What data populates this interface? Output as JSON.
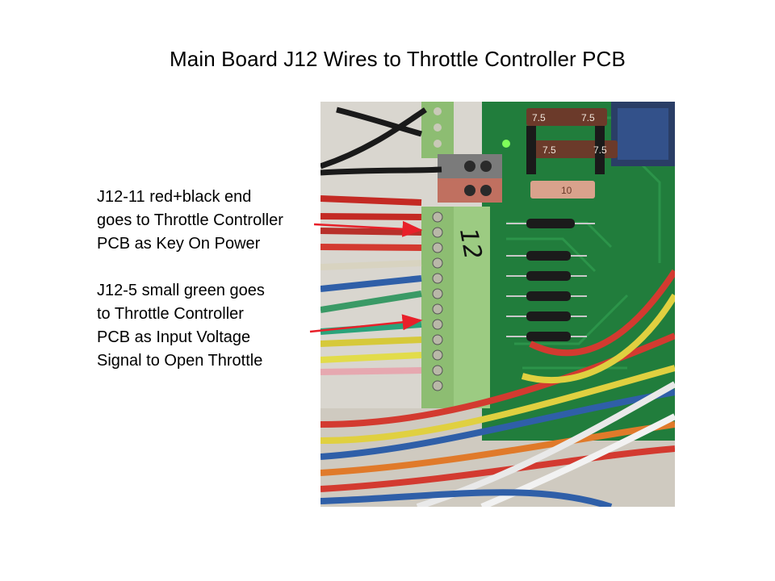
{
  "slide": {
    "title": "Main Board J12 Wires to Throttle Controller PCB",
    "note1": {
      "lines": [
        "J12-11 red+black end",
        "goes to Throttle Controller",
        "PCB as Key On Power"
      ]
    },
    "note2": {
      "lines": [
        "J12-5 small green goes",
        "to Throttle Controller",
        "PCB as Input Voltage",
        "Signal to Open Throttle"
      ]
    },
    "photo": {
      "fuse_labels": [
        "7.5",
        "7.5",
        "7.5",
        "7.5",
        "10"
      ],
      "connector_marking": "12"
    },
    "colors": {
      "arrow": "#e8202a",
      "board": "#1f6a33",
      "connector": "#8dbd72"
    }
  }
}
